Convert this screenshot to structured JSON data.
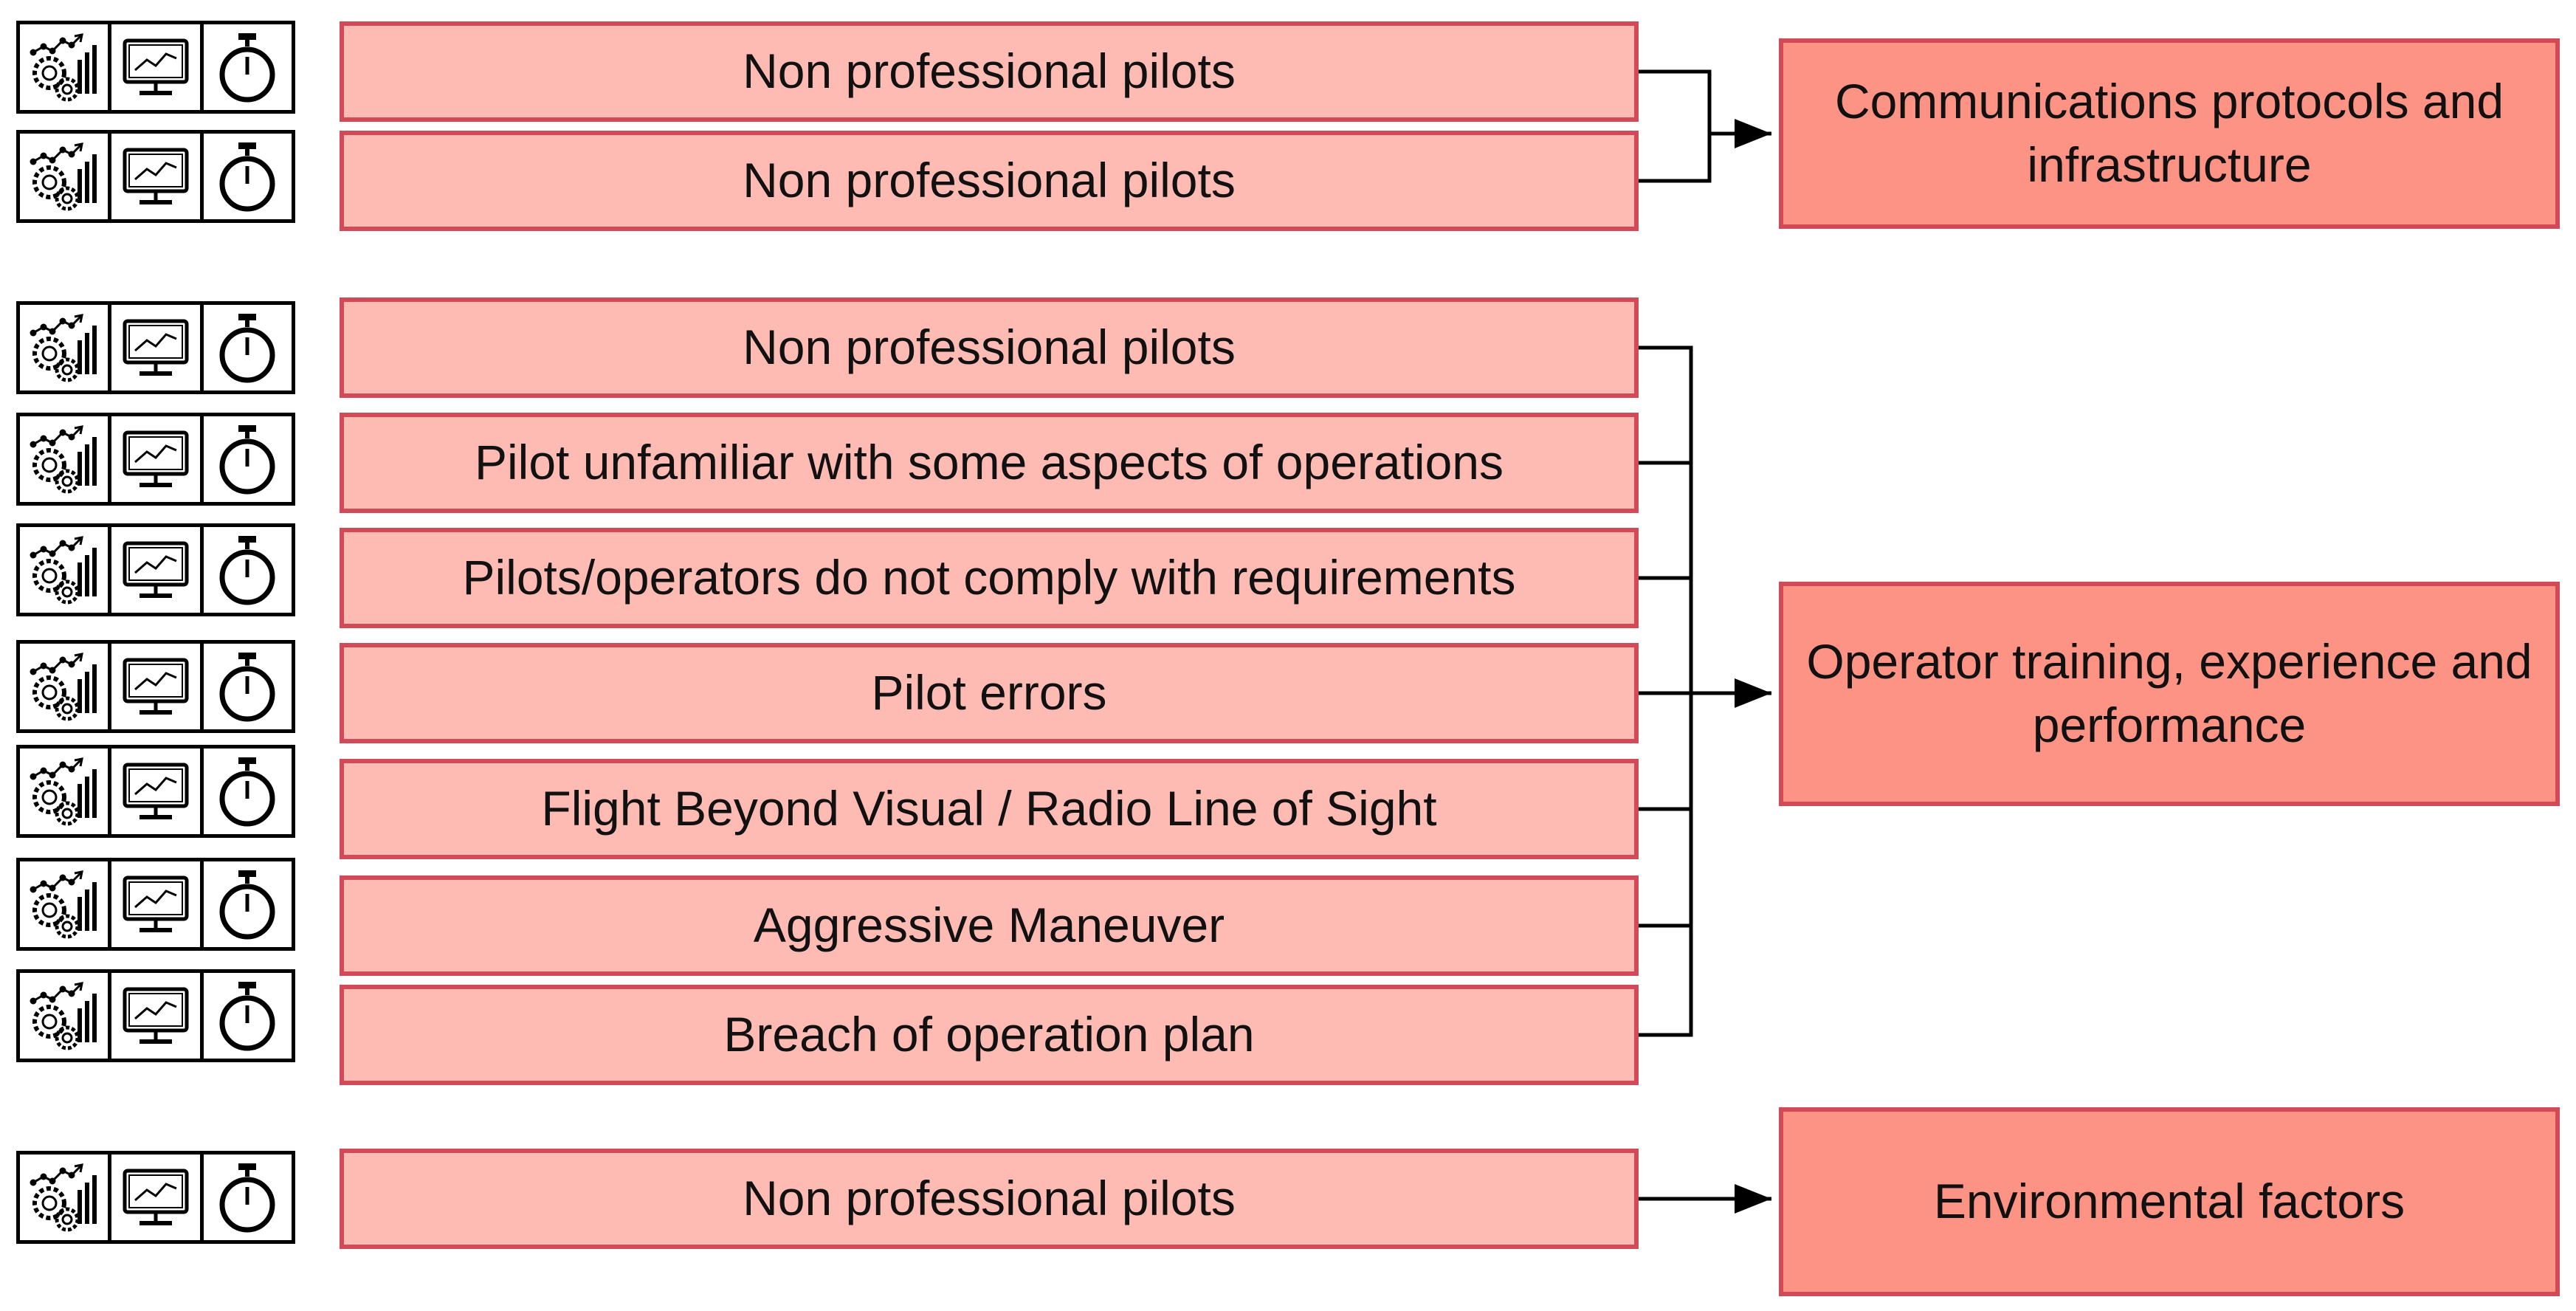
{
  "groups": [
    {
      "causes": [
        "Non professional pilots",
        "Non professional pilots"
      ],
      "effect": "Communications protocols and infrastructure"
    },
    {
      "causes": [
        "Non professional pilots",
        "Pilot unfamiliar with some aspects of operations",
        "Pilots/operators do not comply with requirements",
        "Pilot errors",
        "Flight Beyond Visual / Radio Line of Sight",
        "Aggressive Maneuver",
        "Breach of operation plan"
      ],
      "effect": "Operator training, experience and performance"
    },
    {
      "causes": [
        "Non professional pilots"
      ],
      "effect": "Environmental factors"
    }
  ],
  "icons": [
    "gears-chart-icon",
    "monitor-chart-icon",
    "stopwatch-icon"
  ],
  "colors": {
    "cause_fill": "#fdbbb4",
    "effect_fill": "#fc9385",
    "border": "#d24a57",
    "line": "#000000"
  }
}
